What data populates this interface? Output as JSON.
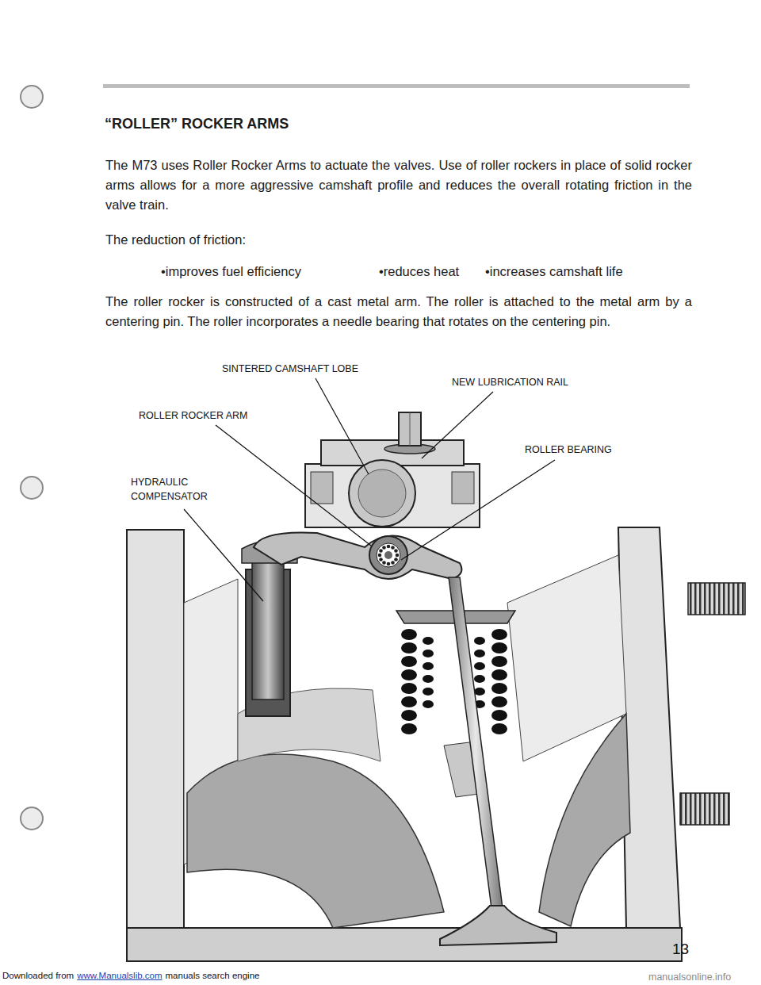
{
  "diagram": {
    "title": "“ROLLER” ROCKER ARMS",
    "labels": [
      "The M73 uses Roller Rocker Arms to actuate the valves. Use of roller rockers in place of solid rocker arms allows for a more aggressive camshaft profile and reduces the overall rotating friction in the valve train.",
      "The reduction of friction:",
      "•improves fuel efficiency",
      "•reduces heat",
      "•increases camshaft life",
      "The roller rocker is constructed of a cast metal arm. The roller is attached to the metal arm by a centering pin. The roller incorporates a needle bearing that rotates on the centering pin.",
      "SINTERED CAMSHAFT LOBE",
      "NEW LUBRICATION RAIL",
      "ROLLER ROCKER ARM",
      "ROLLER BEARING",
      "HYDRAULIC COMPENSATOR",
      "13",
      "Downloaded from",
      "www.Manualslib.com",
      "manuals search engine",
      "manualsonline.info"
    ]
  }
}
